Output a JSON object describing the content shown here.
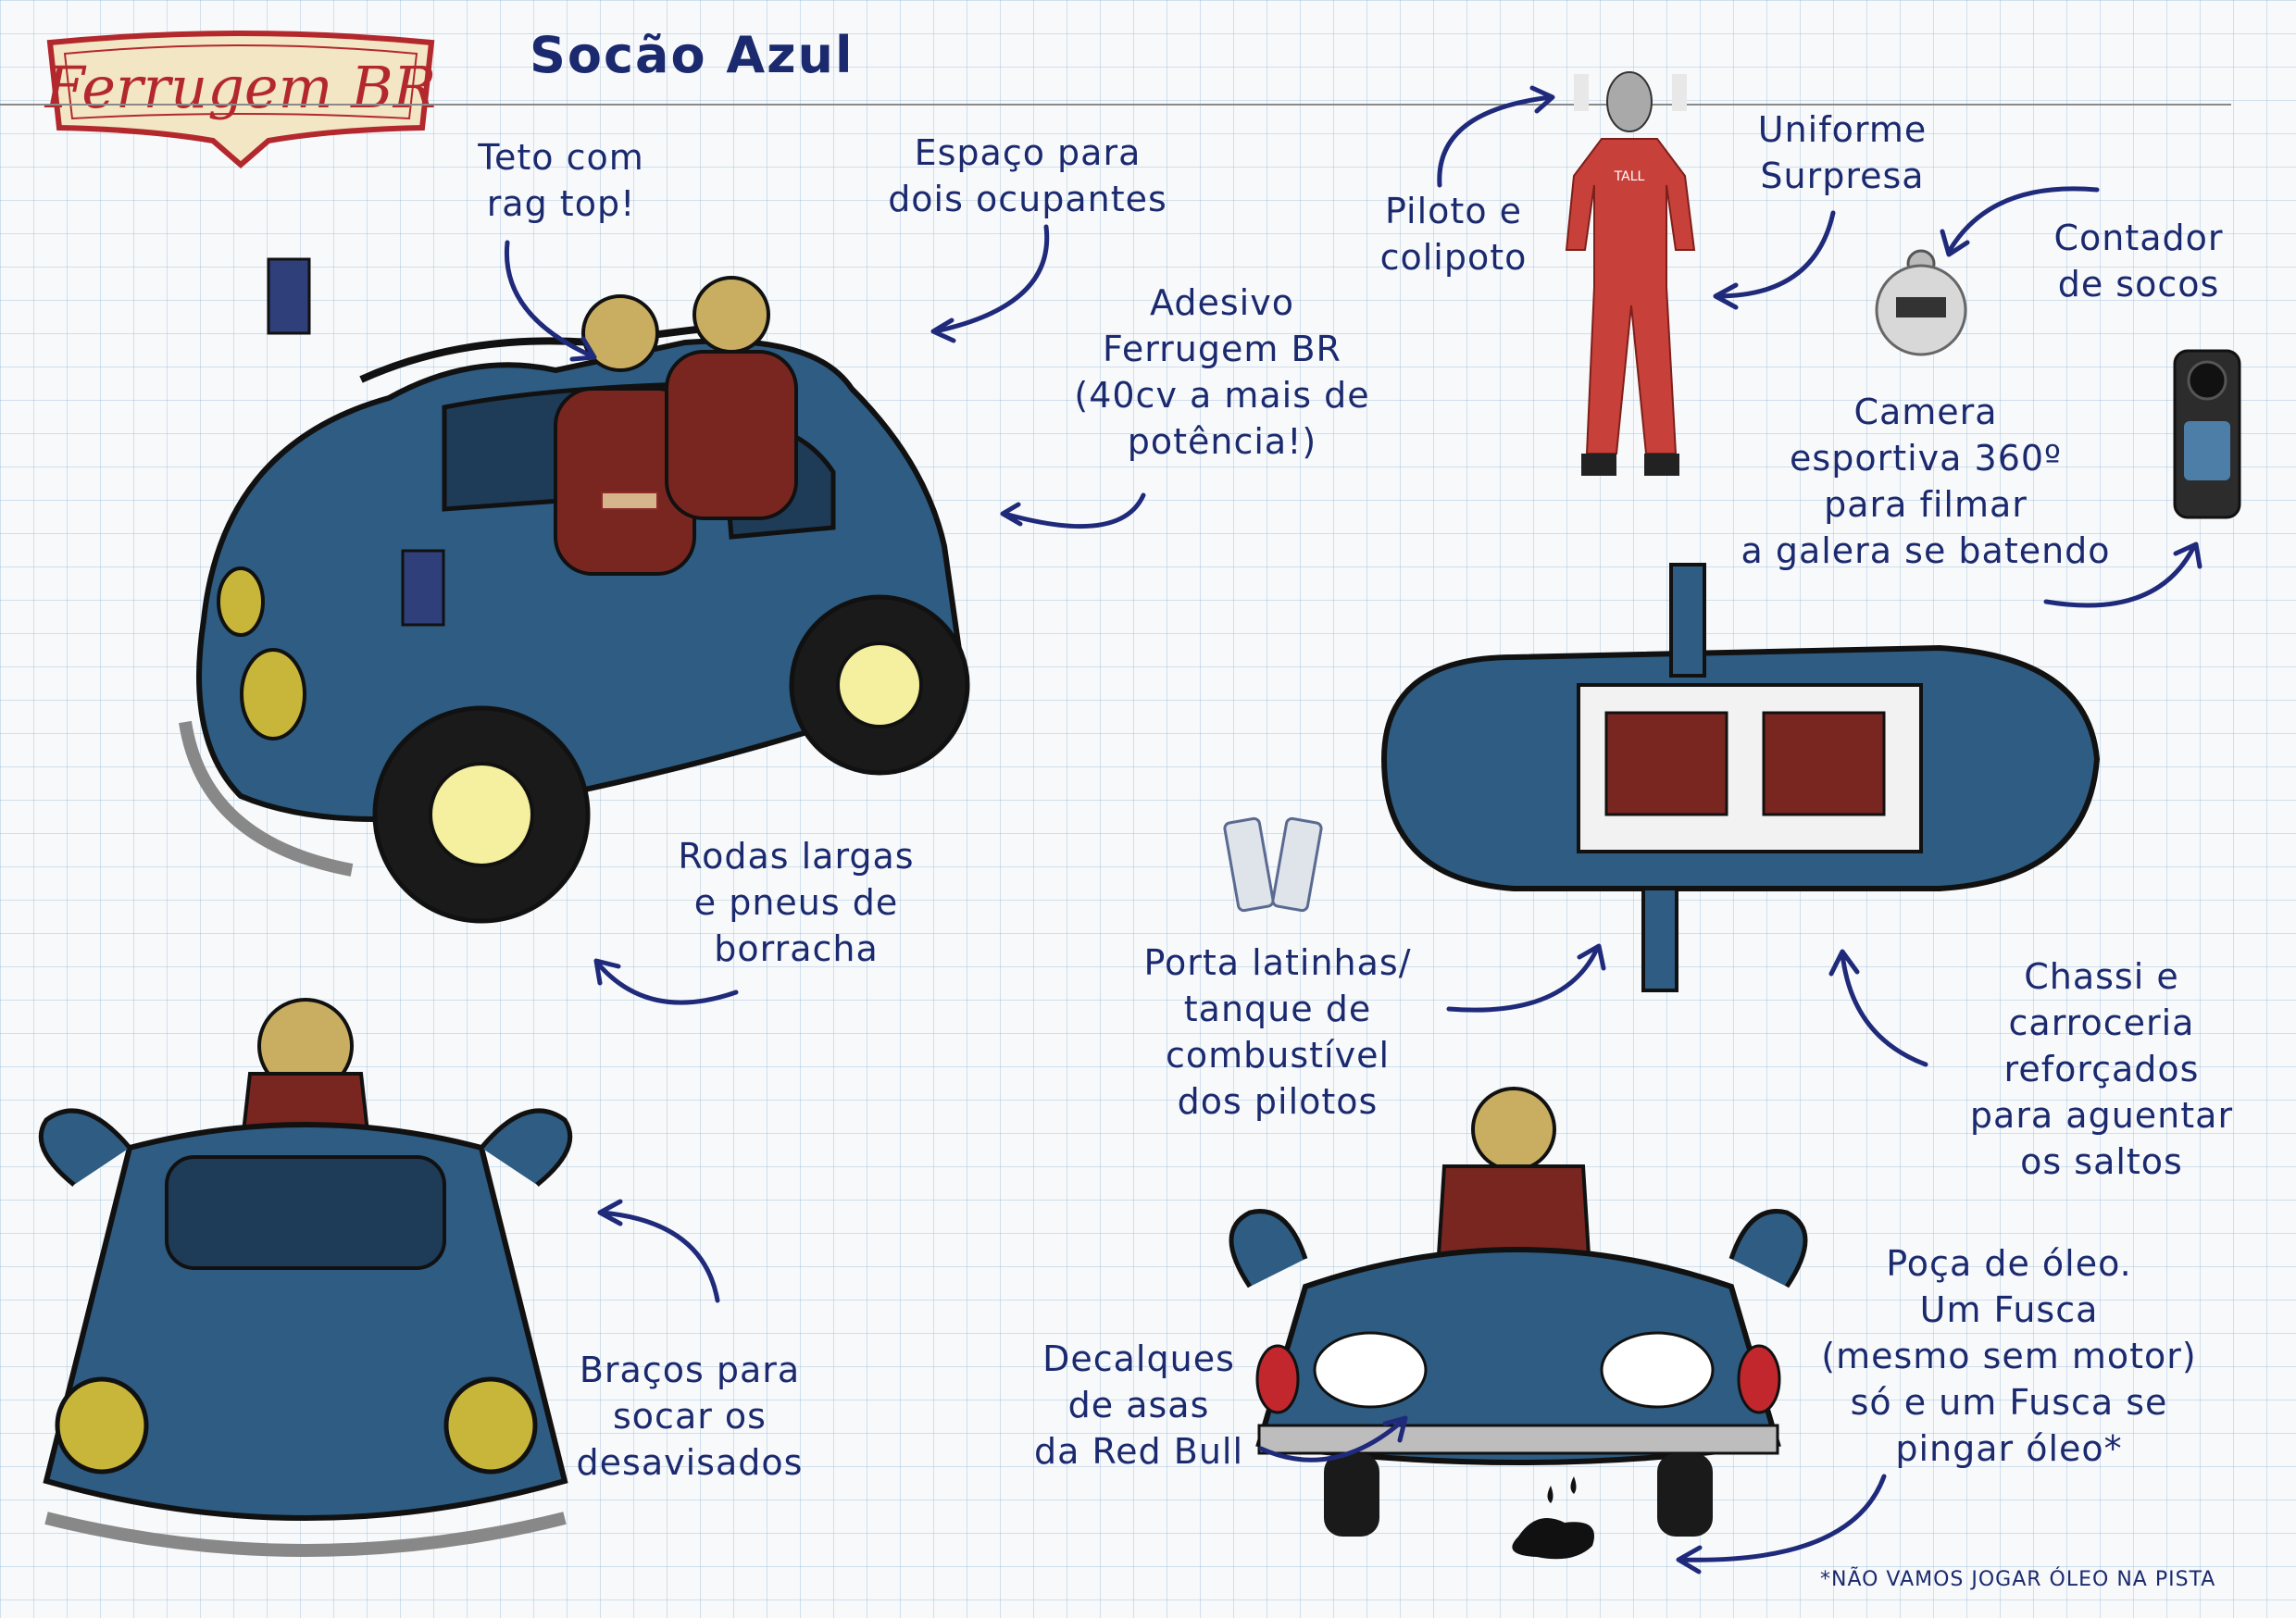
{
  "logo": {
    "text": "Ferrugem BR"
  },
  "title": "Socão Azul",
  "notes": {
    "teto": "Teto com\nrag top!",
    "espaco": "Espaço para\ndois ocupantes",
    "adesivo": "Adesivo\nFerrugem BR\n(40cv a mais de\npotência!)",
    "piloto": "Piloto e\ncolipoto",
    "uniforme": "Uniforme\nSurpresa",
    "contador": "Contador\nde socos",
    "camera": "Camera\nesportiva 360º\npara filmar\na galera se batendo",
    "rodas": "Rodas largas\ne pneus de\nborracha",
    "porta": "Porta latinhas/\ntanque de\ncombustível\ndos pilotos",
    "chassi": "Chassi e\ncarroceria\nreforçados\npara aguentar\nos saltos",
    "bracos": "Braços para\nsocar os\ndesavisados",
    "decalques": "Decalques\nde asas\nda Red Bull",
    "poca": "Poça de óleo.\nUm Fusca\n(mesmo sem motor)\nsó e um Fusca se\npingar óleo*"
  },
  "footnote": "*NÃO VAMOS JOGAR ÓLEO NA PISTA",
  "pilot_suit_label": "TALL",
  "colors": {
    "ink": "#1b2a6e",
    "car_blue": "#2e5c82",
    "suit_red": "#c8403a",
    "logo_red": "#b3282d",
    "logo_cream": "#f3e6c4",
    "wheel_yellow": "#f4f0a0"
  }
}
